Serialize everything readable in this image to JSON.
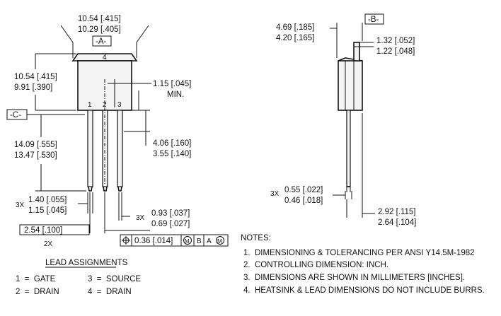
{
  "front_view": {
    "width": "10.54 [.415]",
    "width_min": "10.29 [.405]",
    "datum_a": "-A-",
    "tab_pin": "4",
    "height": "10.54 [.415]",
    "height_min": "9.91 [.390]",
    "tab_thickness": "1.15 [.045]",
    "tab_thickness_note": "MIN.",
    "datum_c": "-C-",
    "pin_labels": [
      "1",
      "2",
      "3"
    ],
    "lead_length": "14.09 [.555]",
    "lead_length_min": "13.47 [.530]",
    "lead_standoff": "4.06 [.160]",
    "lead_standoff_min": "3.55 [.140]",
    "lead_width_count": "3X",
    "lead_width": "1.40 [.055]",
    "lead_width_min": "1.15 [.045]",
    "lead_tip_count": "3X",
    "lead_tip": "0.93 [.037]",
    "lead_tip_min": "0.69 [.027]",
    "pitch": "2.54 [.100]",
    "pitch_count": "2X",
    "tolerance_value": "0.36 [.014]",
    "tolerance_mod": "M",
    "datum_b_ref": "B",
    "datum_a_ref": "A",
    "datum_a_mod": "M"
  },
  "side_view": {
    "thickness": "4.69 [.185]",
    "thickness_min": "4.20 [.165]",
    "datum_b": "-B-",
    "tab": "1.32 [.052]",
    "tab_min": "1.22 [.048]",
    "lead_count": "3X",
    "lead_thick": "0.55 [.022]",
    "lead_thick_min": "0.46 [.018]",
    "offset": "2.92 [.115]",
    "offset_min": "2.64 [.104]"
  },
  "lead_assignments": {
    "title": "LEAD ASSIGNMENTS",
    "items": [
      "1  =  GATE",
      "3  =  SOURCE",
      "2  =  DRAIN",
      "4  =  DRAIN"
    ]
  },
  "notes": {
    "title": "NOTES:",
    "items": [
      "1.  DIMENSIONING & TOLERANCING PER ANSI Y14.5M-1982",
      "2.  CONTROLLING DIMENSION: INCH.",
      "3.  DIMENSIONS ARE SHOWN IN MILLIMETERS [INCHES].",
      "4.  HEATSINK & LEAD DIMENSIONS DO NOT INCLUDE BURRS."
    ]
  }
}
